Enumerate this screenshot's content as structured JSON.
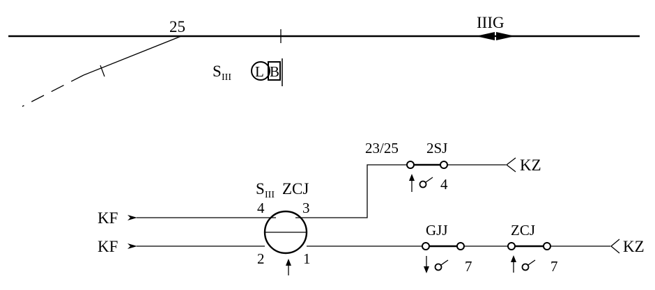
{
  "track": {
    "switch_label": "25",
    "track_label": "IIIG",
    "signal_name": "S",
    "signal_subscript": "III",
    "signal_aspect_left": "L",
    "signal_aspect_right": "B"
  },
  "circuit": {
    "relay_name": "S",
    "relay_subscript": "III",
    "relay_suffix": "ZCJ",
    "relay_pin_top_left": "4",
    "relay_pin_top_right": "3",
    "relay_pin_bottom_left": "2",
    "relay_pin_bottom_right": "1",
    "kf_label_top": "KF",
    "kf_label_bottom": "KF",
    "contact_2sj_label": "2SJ",
    "contact_2sj_ref": "23/25",
    "contact_2sj_pin": "4",
    "contact_gjj_label": "GJJ",
    "contact_gjj_pin": "7",
    "contact_zcj_label": "ZCJ",
    "contact_zcj_pin": "7",
    "kz_label_top": "KZ",
    "kz_label_bottom": "KZ"
  }
}
